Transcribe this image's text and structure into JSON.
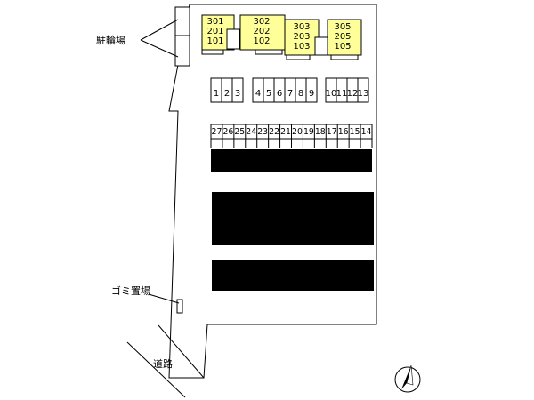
{
  "labels": {
    "bicycle_parking": "駐輪場",
    "garbage_area": "ゴミ置場",
    "road": "道路"
  },
  "buildings": [
    {
      "rooms": [
        "301",
        "201",
        "101"
      ]
    },
    {
      "rooms": [
        "302",
        "202",
        "102"
      ]
    },
    {
      "rooms": [
        "303",
        "203",
        "103"
      ]
    },
    {
      "rooms": [
        "305",
        "205",
        "105"
      ]
    }
  ],
  "parking_rows": {
    "row_a": [
      "1",
      "2",
      "3",
      "4",
      "5",
      "6",
      "7",
      "8",
      "9",
      "10",
      "11",
      "12",
      "13"
    ],
    "row_b": [
      "27",
      "26",
      "25",
      "24",
      "23",
      "22",
      "21",
      "20",
      "19",
      "18",
      "17",
      "16",
      "15",
      "14"
    ]
  },
  "colors": {
    "building_fill": "#ffff99",
    "block_fill": "#000000",
    "line": "#000000"
  },
  "icons": {
    "north": "north-arrow-icon"
  }
}
